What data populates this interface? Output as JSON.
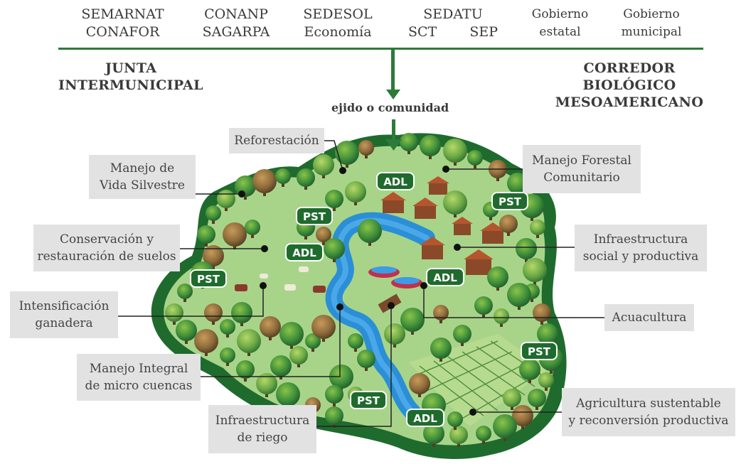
{
  "agencies": [
    {
      "lines": [
        "SEMARNAT",
        "CONAFOR"
      ]
    },
    {
      "lines": [
        "CONANP",
        "SAGARPA"
      ]
    },
    {
      "lines": [
        "SEDESOL",
        "Economía"
      ]
    },
    {
      "lines": [
        "SEDATU",
        "SCT",
        "SEP"
      ]
    },
    {
      "lines": [
        "Gobierno",
        "estatal"
      ]
    },
    {
      "lines": [
        "Gobierno",
        "municipal"
      ]
    }
  ],
  "left_heading": [
    "JUNTA",
    "INTERMUNICIPAL"
  ],
  "right_heading": [
    "CORREDOR BIOLÓGICO",
    "MESOAMERICANO"
  ],
  "center_label": "ejido o comunidad",
  "labels": {
    "reforestacion": [
      "Reforestación"
    ],
    "vida_silvestre": [
      "Manejo de",
      "Vida Silvestre"
    ],
    "suelos": [
      "Conservación y",
      "restauración de suelos"
    ],
    "ganadera": [
      "Intensificación",
      "ganadera"
    ],
    "cuencas": [
      "Manejo Integral",
      "de micro cuencas"
    ],
    "riego": [
      "Infraestructura",
      "de riego"
    ],
    "forestal": [
      "Manejo Forestal",
      "Comunitario"
    ],
    "infra_social": [
      "Infraestructura",
      "social y productiva"
    ],
    "acuacultura": [
      "Acuacultura"
    ],
    "agricultura": [
      "Agricultura sustentable",
      "y reconversión productiva"
    ]
  },
  "badges": {
    "adl": "ADL",
    "pst": "PST"
  },
  "colors": {
    "accent_green": "#2d7a3a",
    "dark_green": "#1f5a2a",
    "box_gray": "#e2e2e2",
    "water_blue": "#2a8fd6",
    "field_green": "#9ccf7a"
  }
}
